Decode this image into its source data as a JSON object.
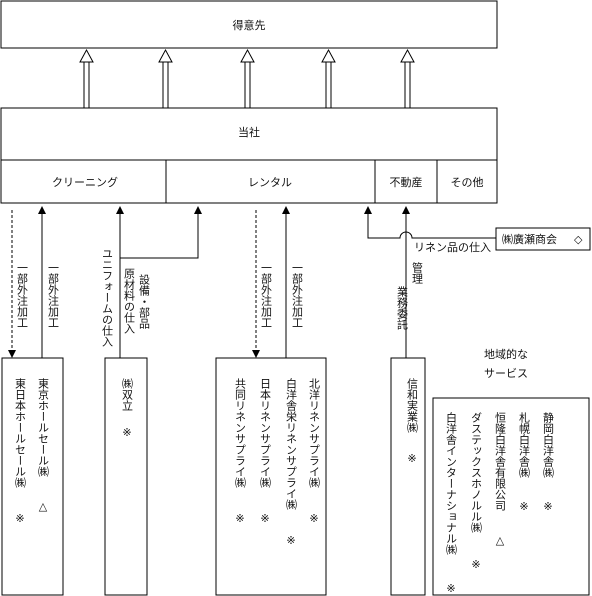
{
  "top": {
    "customers": "得意先",
    "company": "当社"
  },
  "segments": {
    "cleaning": "クリーニング",
    "rental": "レンタル",
    "real_estate": "不動産",
    "other": "その他"
  },
  "flows": {
    "partial_outsource_1": "一部外注加工",
    "partial_outsource_2": "一部外注加工",
    "partial_outsource_3": "一部外注加工",
    "partial_outsource_4": "一部外注加工",
    "uniform_purchase": "ユニフォームの仕入",
    "equipment_purchase_1": "設備・部品",
    "equipment_purchase_2": "原材料の仕入",
    "linen_purchase": "リネン品の仕入",
    "management_1": "管理",
    "management_2": "業務委託"
  },
  "external": {
    "hirose": "㈱廣瀬商会",
    "hirose_mark": "◇"
  },
  "companies": {
    "tokyo_hole_sale": "東京ホールセール㈱",
    "tokyo_hole_sale_mark": "△",
    "higashinihon_hole_sale": "東日本ホールセール㈱",
    "higashinihon_hole_sale_mark": "※",
    "soritsu": "㈱双立",
    "soritsu_mark": "※",
    "kita_linen": "北洋リネンサプライ㈱",
    "kita_linen_mark": "※",
    "hakuyosha_ei_linen": "白洋舎栄リネンサプライ㈱",
    "hakuyosha_ei_linen_mark": "※",
    "nihon_linen": "日本リネンサプライ㈱",
    "nihon_linen_mark": "※",
    "kyodo_linen": "共同リネンサプライ㈱",
    "kyodo_linen_mark": "※",
    "shinwa_jitsugyo": "信和実業㈱",
    "shinwa_jitsugyo_mark": "※"
  },
  "regional": {
    "title_1": "地域的な",
    "title_2": "サービス",
    "shizuoka": "静岡白洋舎㈱",
    "shizuoka_mark": "※",
    "sapporo": "札幌白洋舎㈱",
    "sapporo_mark": "※",
    "koryu": "恒隆白洋舎有限公司",
    "koryu_mark": "△",
    "dustex": "ダステックスホノルル㈱",
    "dustex_mark": "※",
    "hakuyosha_intl": "白洋舎インターナショナル㈱",
    "hakuyosha_intl_mark": "※"
  }
}
